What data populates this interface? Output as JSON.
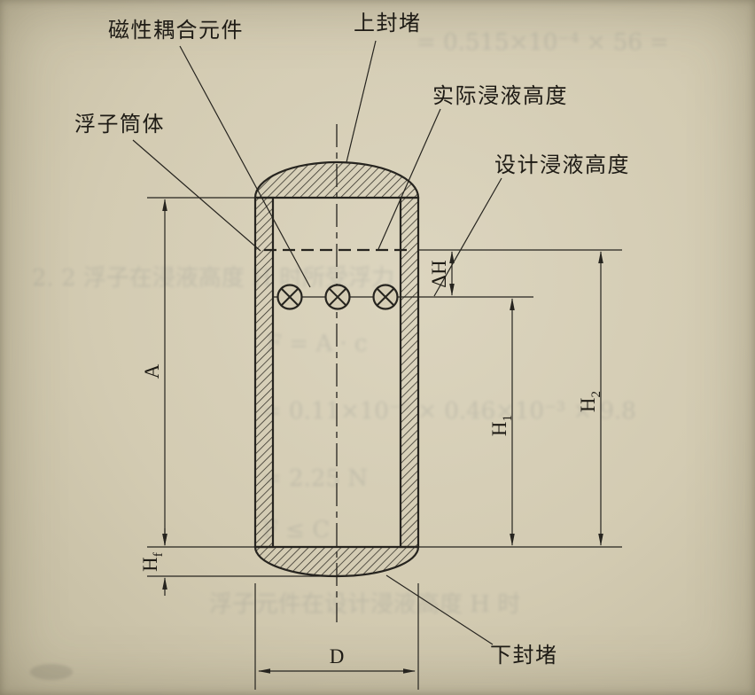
{
  "labels": {
    "magnetic_coupling": "磁性耦合元件",
    "top_plug": "上封堵",
    "actual_level": "实际浸液高度",
    "design_level": "设计浸液高度",
    "float_body": "浮子筒体",
    "bottom_plug": "下封堵"
  },
  "dimensions": {
    "A": "A",
    "H1_base": "H",
    "H1_sub": "1",
    "H2_base": "H",
    "H2_sub": "2",
    "delta_H": "ΔH",
    "Hf_base": "H",
    "Hf_sub": "f",
    "D": "D"
  },
  "colors": {
    "paper": "#d3cbb2",
    "ink": "#26241f"
  },
  "bleedthrough": [
    "= 0.515×10⁻⁴ × 56 =",
    "2. 2  浮子在浸液高度 H 时所受浮力",
    "F = A · c",
    "= 0.11×10⁻⁶ × 0.46×10⁻³ × 9.8",
    "= 2.25 N",
    "F ≤ C",
    "浮子元件在设计浸液高度 H 时"
  ]
}
